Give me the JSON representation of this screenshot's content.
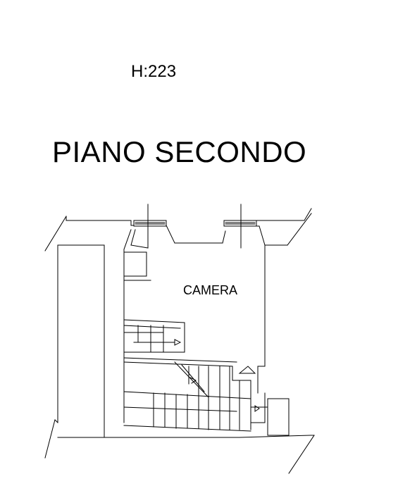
{
  "header": {
    "height_label": "H:223",
    "floor_title": "PIANO SECONDO"
  },
  "plan": {
    "rooms": [
      {
        "label": "CAMERA"
      }
    ]
  }
}
